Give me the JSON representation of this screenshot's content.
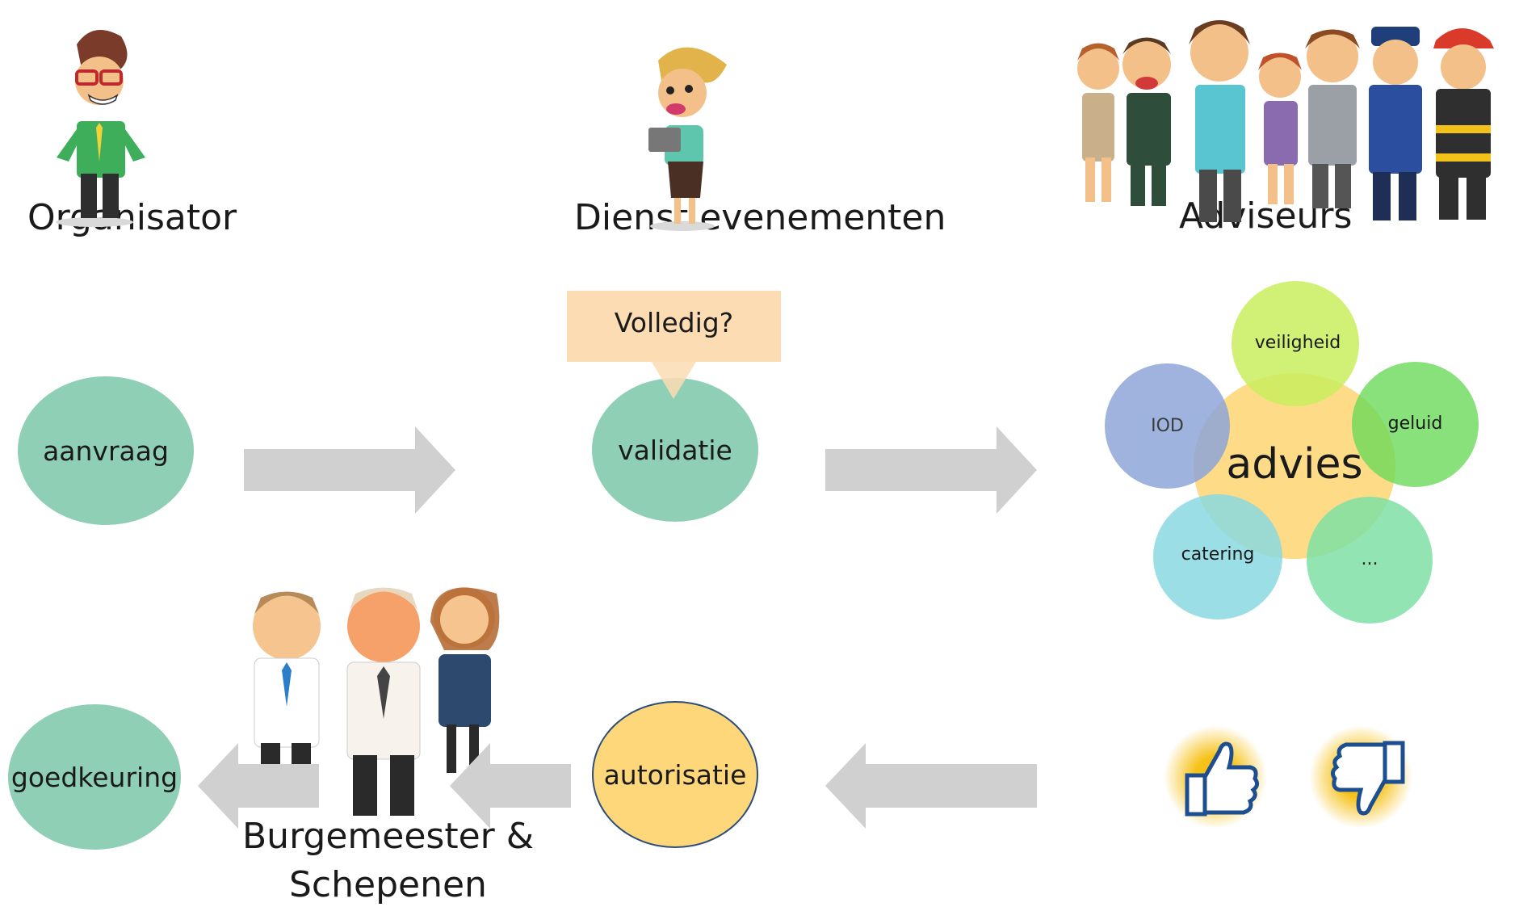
{
  "roles": {
    "organisator": "Organisator",
    "dienst": "Dienst evenementen",
    "adviseurs": "Adviseurs",
    "burgemeester_line1": "Burgemeester &",
    "burgemeester_line2": "Schepenen"
  },
  "steps": {
    "aanvraag": "aanvraag",
    "validatie": "validatie",
    "volledig": "Volledig?",
    "autorisatie": "autorisatie",
    "goedkeuring": "goedkeuring"
  },
  "advies": {
    "center": "advies",
    "veiligheid": "veiligheid",
    "geluid": "geluid",
    "iod": "IOD",
    "catering": "catering",
    "more": "..."
  },
  "colors": {
    "step_teal": "#8fcfb5",
    "autorisatie_yellow": "#fdd77a",
    "arrow_gray": "#d0d0d0",
    "volledig_box": "#fbdcb3"
  },
  "icons": [
    "person-organisator-icon",
    "person-dienst-icon",
    "group-adviseurs-icon",
    "group-burgemeester-icon",
    "thumbs-up-icon",
    "thumbs-down-icon"
  ]
}
